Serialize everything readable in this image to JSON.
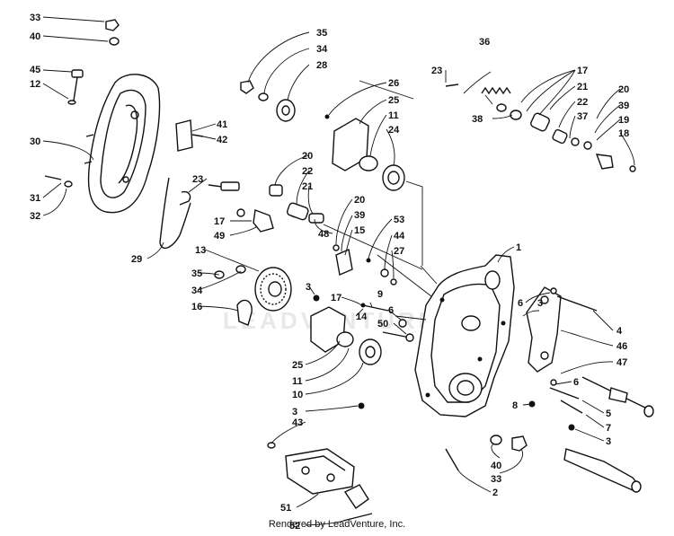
{
  "diagram": {
    "credit": "Rendered by LeadVenture, Inc.",
    "watermark": "LEADVENTURE",
    "callouts": {
      "c1": "1",
      "c2": "2",
      "c3a": "3",
      "c3b": "3",
      "c3c": "3",
      "c3d": "3",
      "c4": "4",
      "c5": "5",
      "c6a": "6",
      "c6b": "6",
      "c6c": "6",
      "c7": "7",
      "c8": "8",
      "c9": "9",
      "c10": "10",
      "c11a": "11",
      "c11b": "11",
      "c12": "12",
      "c13": "13",
      "c14": "14",
      "c15": "15",
      "c16": "16",
      "c17a": "17",
      "c17b": "17",
      "c17c": "17",
      "c18": "18",
      "c19": "19",
      "c20a": "20",
      "c20b": "20",
      "c20c": "20",
      "c21a": "21",
      "c21b": "21",
      "c22a": "22",
      "c22b": "22",
      "c23a": "23",
      "c23b": "23",
      "c24": "24",
      "c25a": "25",
      "c25b": "25",
      "c26": "26",
      "c27": "27",
      "c28": "28",
      "c29": "29",
      "c30": "30",
      "c31": "31",
      "c32": "32",
      "c33a": "33",
      "c33b": "33",
      "c34a": "34",
      "c34b": "34",
      "c35a": "35",
      "c35b": "35",
      "c36": "36",
      "c37": "37",
      "c38": "38",
      "c39a": "39",
      "c39b": "39",
      "c40a": "40",
      "c40b": "40",
      "c41": "41",
      "c42": "42",
      "c43": "43",
      "c44": "44",
      "c45": "45",
      "c46": "46",
      "c47": "47",
      "c48": "48",
      "c49": "49",
      "c50": "50",
      "c51": "51",
      "c52": "52",
      "c53": "53"
    }
  }
}
